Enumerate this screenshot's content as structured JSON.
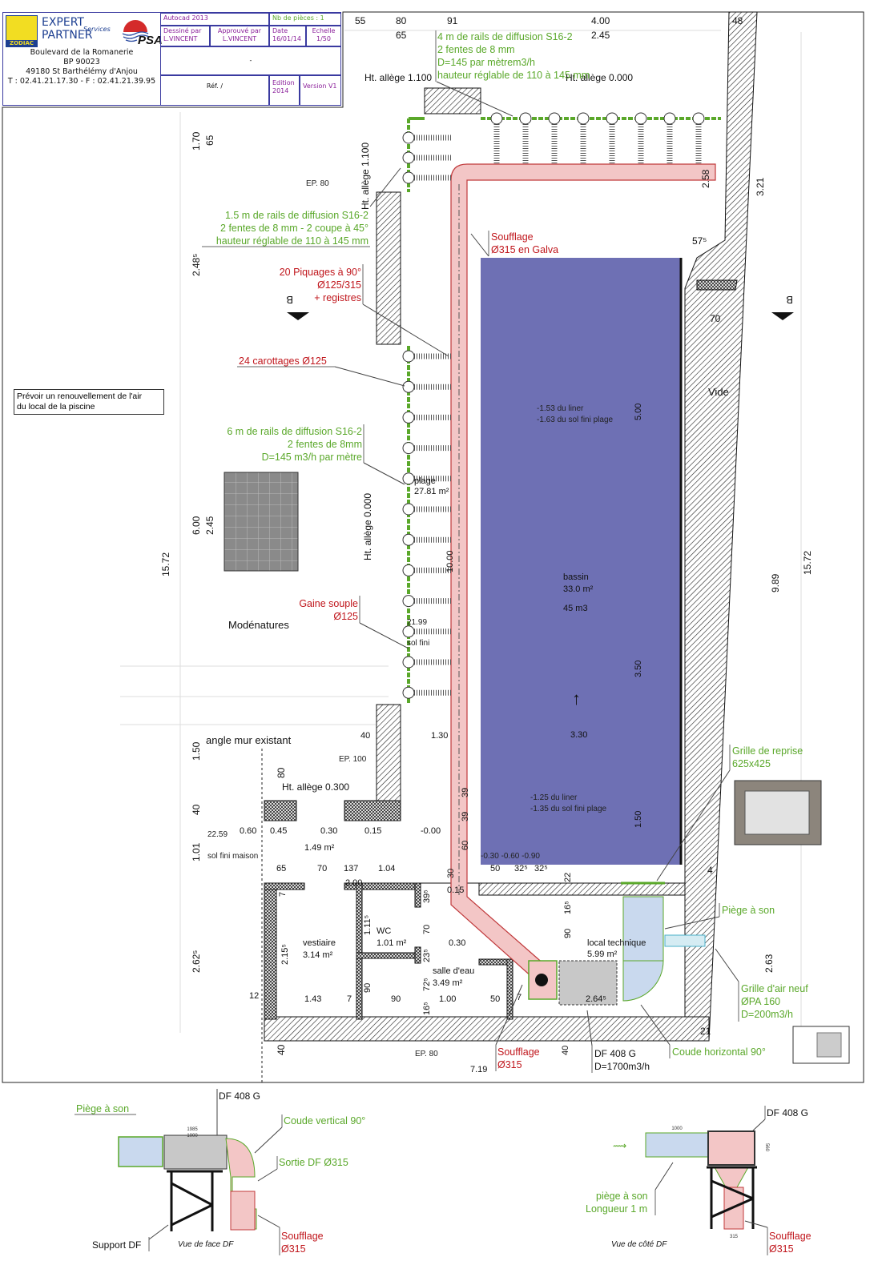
{
  "title_block": {
    "logo_zodiac": "ZODIAC",
    "logo_expert": "EXPERT",
    "logo_partner": "PARTNER",
    "logo_services": "Services",
    "logo_psa": "PSA",
    "address": [
      "Boulevard de la Romanerie",
      "BP 90023",
      "49180 St Barthélémy d'Anjou",
      "T : 02.41.21.17.30 - F : 02.41.21.39.95"
    ],
    "software": "Autocad 2013",
    "nb_pieces": "Nb de pièces : 1",
    "drawn_by_label": "Dessiné par",
    "drawn_by": "L.VINCENT",
    "approved_by_label": "Approuvé par",
    "approved_by": "L.VINCENT",
    "date_label": "Date",
    "date": "16/01/14",
    "scale_label": "Echelle",
    "scale": "1/50",
    "subject": "-",
    "ref": "Réf. /",
    "edition_label": "Edition",
    "edition": "2014",
    "version": "Version V1"
  },
  "note": [
    "Prévoir un renouvellement de l'air",
    "du local de la piscine"
  ],
  "dimensions": {
    "top": [
      "55",
      "80",
      "91",
      "4.00",
      "65",
      "2.45",
      "48"
    ],
    "left": [
      "1.70",
      "65",
      "2.48⁵",
      "6.00",
      "2.45",
      "15.72",
      "1.50",
      "80",
      "40",
      "1.01",
      "2.62⁵",
      "40"
    ],
    "right": [
      "3.21",
      "57⁵",
      "70",
      "15.72",
      "9.89",
      "2.63",
      "4",
      "21",
      "2.58"
    ],
    "pool": [
      "5.00",
      "3.50",
      "3.30",
      "1.50",
      "10.00",
      "-0.30 -0.60 -0.90",
      "50",
      "32⁵",
      "32⁵",
      "22"
    ],
    "lower": [
      "40",
      "1.30",
      "-0.00",
      "22.59",
      "0.60",
      "0.45",
      "0.30",
      "0.15",
      "65",
      "70",
      "137",
      "1.04",
      "2.00",
      "0.15",
      "39",
      "39",
      "60",
      "30",
      "7",
      "2.15⁵",
      "1.43",
      "7",
      "12",
      "1.11⁵",
      "70",
      "0.30",
      "90",
      "1.00",
      "50",
      "7",
      "2.64⁵",
      "16⁵",
      "90",
      "39⁵",
      "23⁵",
      "72⁵",
      "16⁵",
      "90",
      "7.19",
      "40"
    ]
  },
  "levels": {
    "ht_allege_1100": "Ht. allège 1.100",
    "ht_allege_0000": "Ht. allège 0.000",
    "ht_allege_1100_v": "Ht. allège 1.100",
    "ht_allege_0000_v": "Ht. allège 0.000",
    "ht_allege_0300": "Ht. allège 0.300",
    "ep80_top": "EP. 80",
    "ep100": "EP. 100",
    "ep80_bottom": "EP. 80",
    "sol_fini_maison": "sol fini maison",
    "sol_fini": "sol fini",
    "level_2199": "21.99"
  },
  "rooms": {
    "plage": "plage",
    "plage_area": "27.81 m²",
    "bassin": "bassin",
    "bassin_area": "33.0 m²",
    "bassin_volume": "45 m3",
    "pool_deep": [
      "-1.53 du liner",
      "-1.63 du sol fini plage"
    ],
    "pool_shallow": [
      "-1.25 du liner",
      "-1.35 du sol fini plage"
    ],
    "vide": "Vide",
    "sas_area": "1.49 m²",
    "vestiaire": "vestiaire",
    "vestiaire_area": "3.14 m²",
    "wc": "WC",
    "wc_area": "1.01 m²",
    "salle_eau": "salle d'eau",
    "salle_eau_area": "3.49 m²",
    "local_technique": "local technique",
    "local_technique_area": "5.99 m²",
    "modenatures": "Modénatures",
    "angle_mur": "angle mur existant",
    "section_mark": "B"
  },
  "annotations": {
    "rails_4m": [
      "4 m de rails de diffusion S16-2",
      "2 fentes de 8 mm",
      "D=145 par mètrem3/h",
      "hauteur réglable de 110 à 145 mm"
    ],
    "rails_1_5m": [
      "1.5 m de rails de diffusion S16-2",
      "2 fentes de 8 mm - 2 coupe à 45°",
      "hauteur réglable de 110 à 145 mm"
    ],
    "soufflage_galva": [
      "Soufflage",
      "Ø315 en Galva"
    ],
    "piquages": [
      "20 Piquages à 90°",
      "Ø125/315",
      "+ registres"
    ],
    "carottages": "24 carottages Ø125",
    "rails_6m": [
      "6 m de rails de diffusion S16-2",
      "2 fentes de 8mm",
      "D=145 m3/h par mètre"
    ],
    "gaine_souple": [
      "Gaine souple",
      "Ø125"
    ],
    "grille_reprise": [
      "Grille de reprise",
      "625x425"
    ],
    "piege_son": "Piège à son",
    "grille_air_neuf": [
      "Grille d'air neuf",
      "ØPA 160",
      "D=200m3/h"
    ],
    "soufflage_bottom": [
      "Soufflage",
      "Ø315"
    ],
    "df_408": [
      "DF 408 G",
      "D=1700m3/h"
    ],
    "coude_horizontal": "Coude horizontal 90°"
  },
  "front_view": {
    "piege_son": "Piège à son",
    "df": "DF 408 G",
    "coude_vertical": "Coude vertical 90°",
    "sortie": "Sortie DF Ø315",
    "support": "Support DF",
    "caption": "Vue de face DF",
    "soufflage": [
      "Soufflage",
      "Ø315"
    ],
    "dim_outer": "1985",
    "dim_inner": "1000"
  },
  "side_view": {
    "df": "DF 408 G",
    "piege": [
      "piège à son",
      "Longueur 1 m"
    ],
    "caption": "Vue de côté DF",
    "soufflage": [
      "Soufflage",
      "Ø315"
    ],
    "dim_len": "1000",
    "dim_h": "560",
    "dim_d": "315"
  },
  "colors": {
    "pool": "#6e70b4",
    "duct": "#f3c6c6",
    "duct_stroke": "#c0393b",
    "annotation_green": "#5aa82a",
    "annotation_red": "#c0161c",
    "title_block": "#3a3aa0",
    "fresh_air": "#c9d9ee"
  }
}
